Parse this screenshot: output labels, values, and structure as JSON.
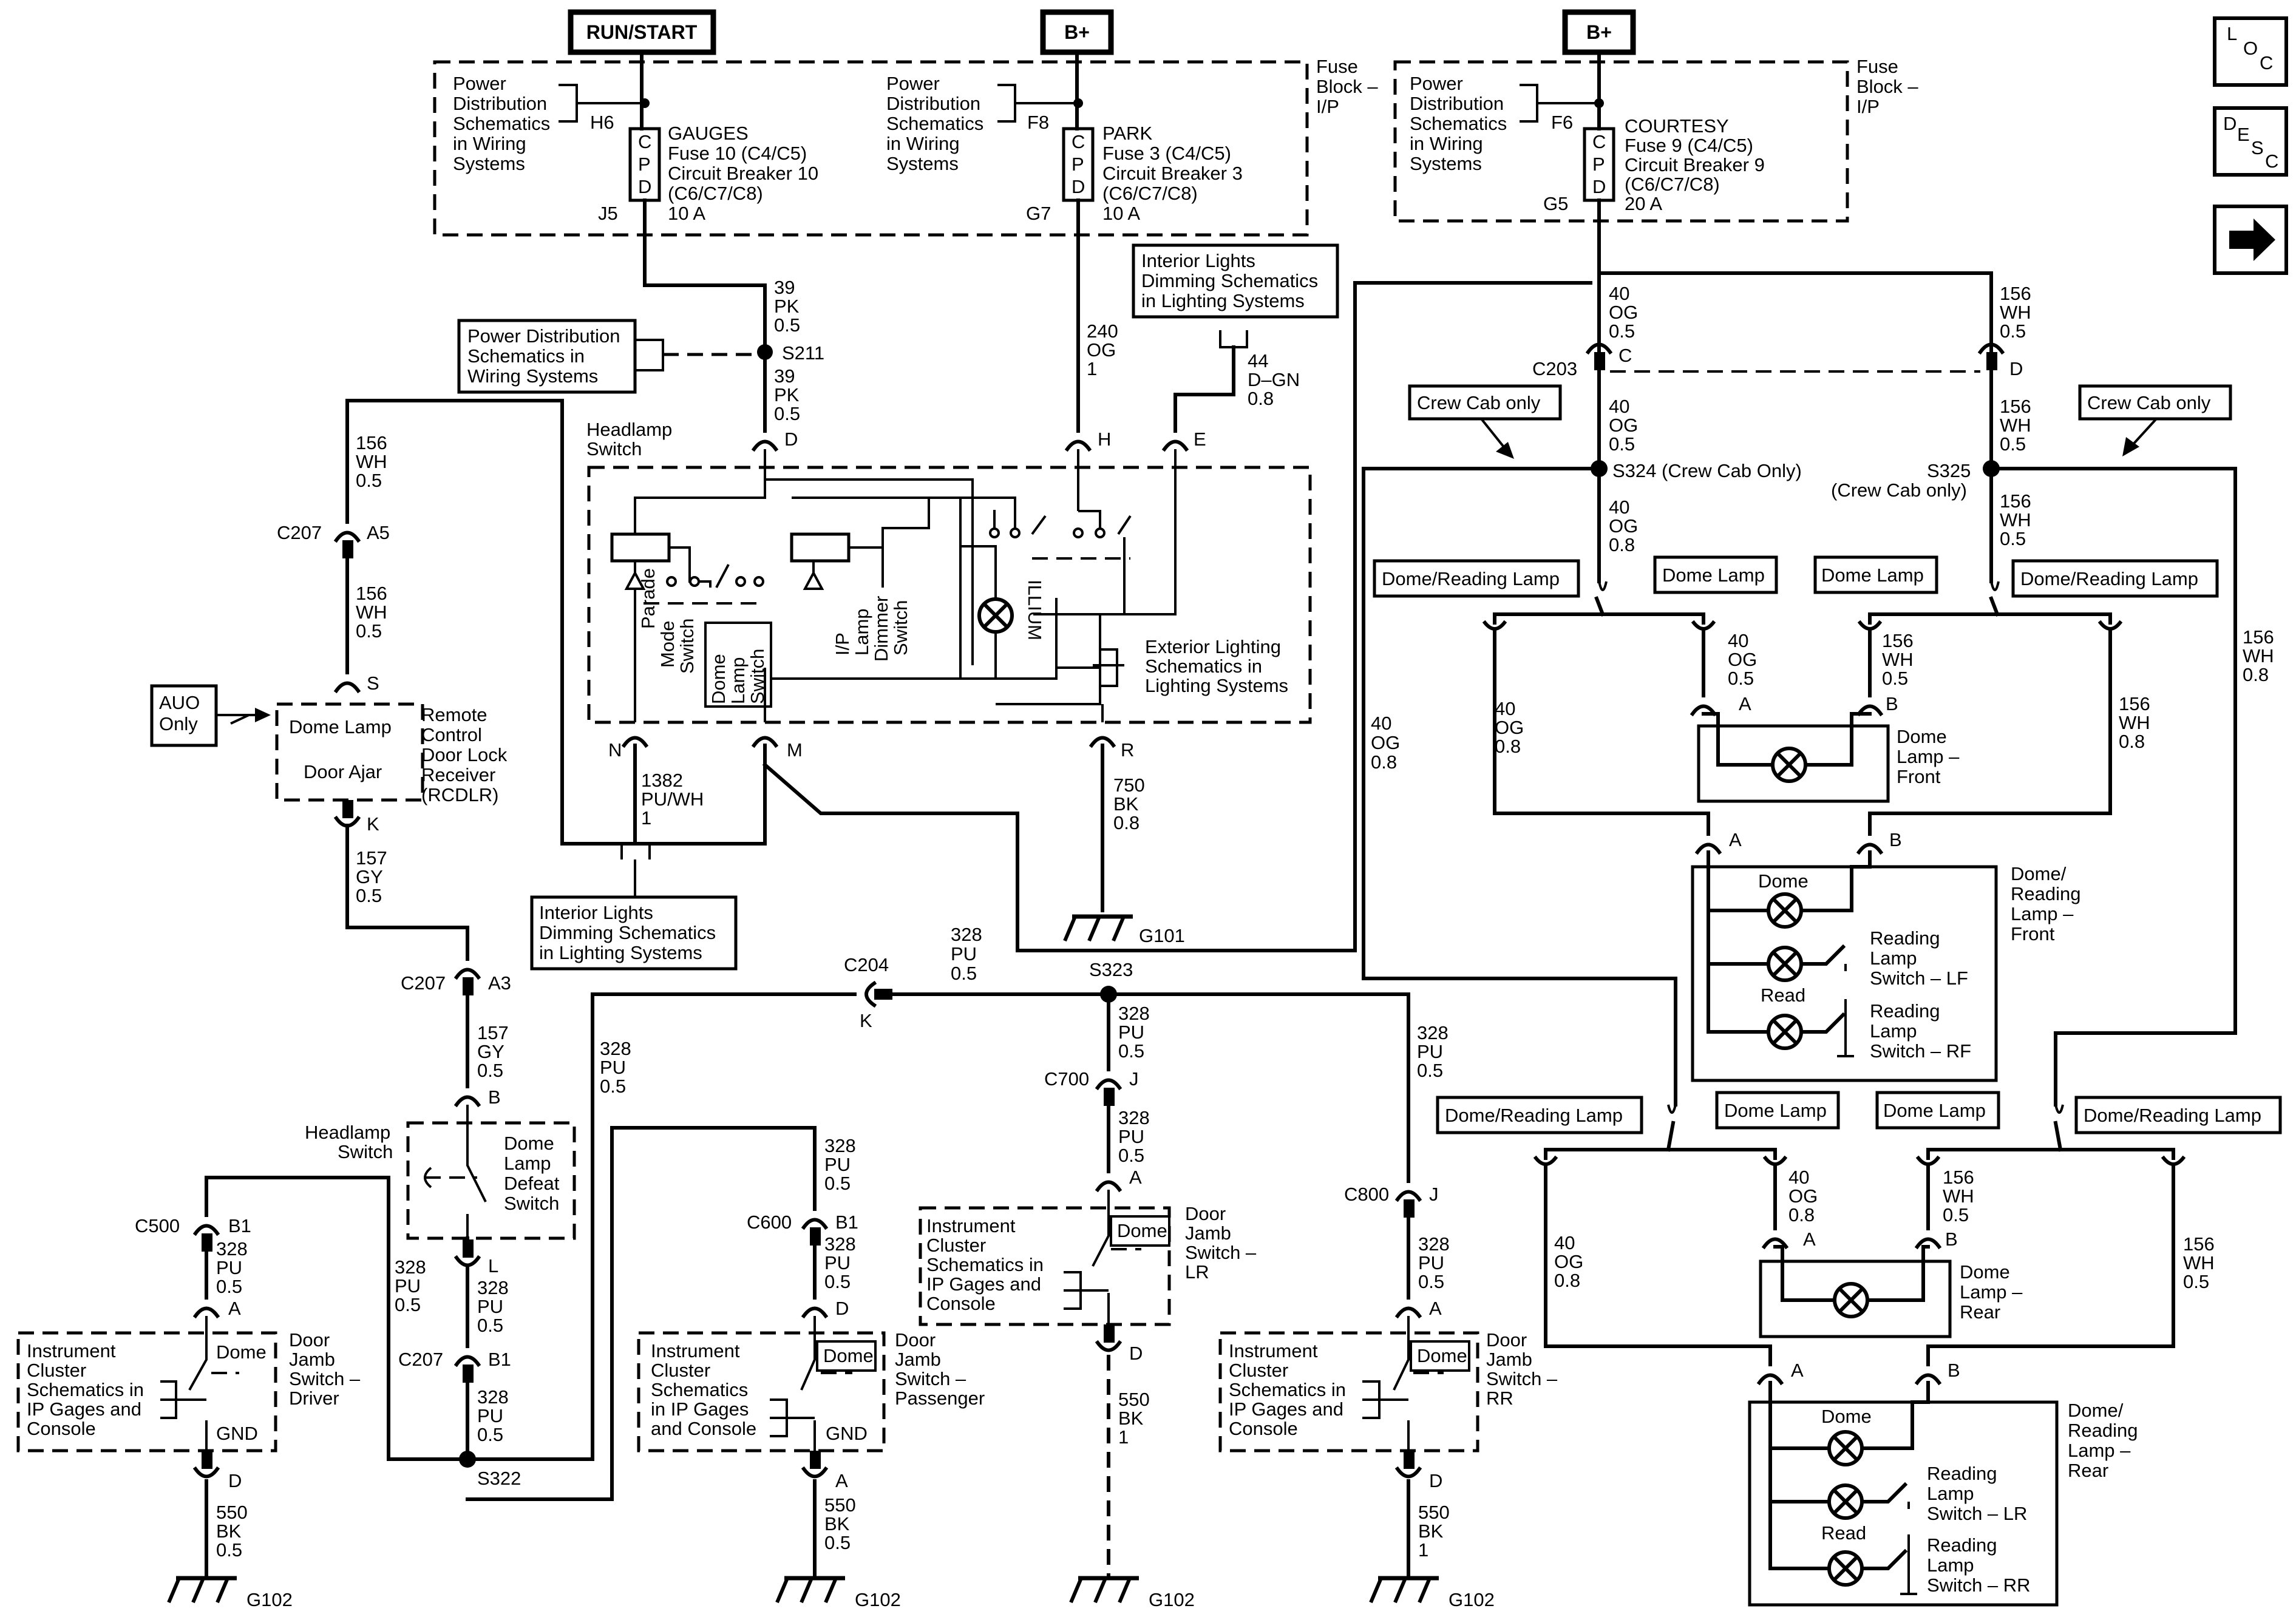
{
  "sources": {
    "run_start": "RUN/START",
    "bplus_1": "B+",
    "bplus_2": "B+"
  },
  "nav": {
    "loc": [
      "L",
      "O",
      "C"
    ],
    "desc": [
      "D",
      "E",
      "S",
      "C"
    ]
  },
  "fuse_block_left": {
    "label": [
      "Fuse",
      "Block –",
      "I/P"
    ],
    "pd_gauges": [
      "Power",
      "Distribution",
      "Schematics",
      "in Wiring",
      "Systems"
    ],
    "pd_park": [
      "Power",
      "Distribution",
      "Schematics",
      "in Wiring",
      "Systems"
    ],
    "gauges": [
      "GAUGES",
      "Fuse 10 (C4/C5)",
      "Circuit Breaker 10",
      "(C6/C7/C8)",
      "10 A"
    ],
    "park": [
      "PARK",
      "Fuse 3 (C4/C5)",
      "Circuit Breaker 3",
      "(C6/C7/C8)",
      "10 A"
    ],
    "cpd": [
      "C",
      "P",
      "D"
    ],
    "pins": {
      "h6": "H6",
      "j5": "J5",
      "f8": "F8",
      "g7": "G7"
    }
  },
  "fuse_block_right": {
    "label": [
      "Fuse",
      "Block –",
      "I/P"
    ],
    "pd": [
      "Power",
      "Distribution",
      "Schematics",
      "in Wiring",
      "Systems"
    ],
    "courtesy": [
      "COURTESY",
      "Fuse 9 (C4/C5)",
      "Circuit Breaker 9",
      "(C6/C7/C8)",
      "20 A"
    ],
    "cpd": [
      "C",
      "P",
      "D"
    ],
    "pins": {
      "f6": "F6",
      "g5": "G5"
    }
  },
  "refs": {
    "pd_s211": [
      "Power Distribution",
      "Schematics in",
      "Wiring  Systems"
    ],
    "interior_dim_top": [
      "Interior Lights",
      "Dimming Schematics",
      "in Lighting Systems"
    ],
    "interior_dim_bottom": [
      "Interior Lights",
      "Dimming Schematics",
      "in Lighting Systems"
    ],
    "exterior": [
      "Exterior Lighting",
      "Schematics in",
      "Lighting Systems"
    ],
    "auo": [
      "AUO",
      "Only"
    ],
    "crew_cab_1": "Crew Cab only",
    "crew_cab_2": "Crew Cab only",
    "ic_driver": [
      "Instrument",
      "Cluster",
      "Schematics in",
      "IP Gages and",
      "Console"
    ],
    "ic_passenger": [
      "Instrument",
      "Cluster",
      "Schematics",
      "in IP Gages",
      "and Console"
    ],
    "ic_lr": [
      "Instrument",
      "Cluster",
      "Schematics in",
      "IP Gages and",
      "Console"
    ],
    "ic_rr": [
      "Instrument",
      "Cluster",
      "Schematics in",
      "IP Gages and",
      "Console"
    ]
  },
  "wires": {
    "w39a": [
      "39",
      "PK",
      "0.5"
    ],
    "w39b": [
      "39",
      "PK",
      "0.5"
    ],
    "w240": [
      "240",
      "OG",
      "1"
    ],
    "w44": [
      "44",
      "D–GN",
      "0.8"
    ],
    "w156_a": [
      "156",
      "WH",
      "0.5"
    ],
    "w156_b": [
      "156",
      "WH",
      "0.5"
    ],
    "w157_a": [
      "157",
      "GY",
      "0.5"
    ],
    "w157_b": [
      "157",
      "GY",
      "0.5"
    ],
    "w1382": [
      "1382",
      "PU/WH",
      "1"
    ],
    "w750": [
      "750",
      "BK",
      "0.8"
    ],
    "w40_g101": [
      "40",
      "OG",
      "0.8"
    ],
    "w328_c204": [
      "328",
      "PU",
      "0.5"
    ],
    "w328_left": [
      "328",
      "PU",
      "0.5"
    ],
    "w328_s323": [
      "328",
      "PU",
      "0.5"
    ],
    "w328_c700": [
      "328",
      "PU",
      "0.5"
    ],
    "w328_rr": [
      "328",
      "PU",
      "0.5"
    ],
    "w328_c600top": [
      "328",
      "PU",
      "0.5"
    ],
    "w328_c600": [
      "328",
      "PU",
      "0.5"
    ],
    "w328_c800": [
      "328",
      "PU",
      "0.5"
    ],
    "w328_c500": [
      "328",
      "PU",
      "0.5"
    ],
    "w328_l": [
      "328",
      "PU",
      "0.5"
    ],
    "w328_c207": [
      "328",
      "PU",
      "0.5"
    ],
    "w328_s322": [
      "328",
      "PU",
      "0.5"
    ],
    "w550_d": [
      "550",
      "BK",
      "0.5"
    ],
    "w550_p": [
      "550",
      "BK",
      "0.5"
    ],
    "w550_lr": [
      "550",
      "BK",
      "1"
    ],
    "w550_rr": [
      "550",
      "BK",
      "1"
    ],
    "w40_c203": [
      "40",
      "OG",
      "0.5"
    ],
    "w40_s324a": [
      "40",
      "OG",
      "0.5"
    ],
    "w40_s324b": [
      "40",
      "OG",
      "0.8"
    ],
    "w156_top": [
      "156",
      "WH",
      "0.5"
    ],
    "w156_s325a": [
      "156",
      "WH",
      "0.5"
    ],
    "w156_s325b": [
      "156",
      "WH",
      "0.5"
    ],
    "w40_front_l": [
      "40",
      "OG",
      "0.8"
    ],
    "w40_front_a": [
      "40",
      "OG",
      "0.5"
    ],
    "w156_front_b": [
      "156",
      "WH",
      "0.5"
    ],
    "w156_front_r": [
      "156",
      "WH",
      "0.8"
    ],
    "w156_far": [
      "156",
      "WH",
      "0.8"
    ],
    "w40_rear_l": [
      "40",
      "OG",
      "0.8"
    ],
    "w40_rear_a": [
      "40",
      "OG",
      "0.8"
    ],
    "w156_rear_b": [
      "156",
      "WH",
      "0.5"
    ],
    "w156_rear_r": [
      "156",
      "WH",
      "0.5"
    ]
  },
  "connectors": {
    "c207_a5": [
      "C207",
      "A5"
    ],
    "c207_a3": [
      "C207",
      "A3"
    ],
    "c207_b1": [
      "C207",
      "B1"
    ],
    "c204": [
      "C204",
      "K"
    ],
    "c700": [
      "C700",
      "J"
    ],
    "c600": [
      "C600",
      "B1"
    ],
    "c800": [
      "C800",
      "J"
    ],
    "c500": [
      "C500",
      "B1"
    ],
    "c203": [
      "C203",
      "C",
      "D"
    ],
    "pins": {
      "d": "D",
      "h": "H",
      "e": "E",
      "n": "N",
      "m": "M",
      "r": "R",
      "s": "S",
      "k": "K",
      "b_hl": "B",
      "l": "L",
      "a_drv": "A",
      "d_drv": "D",
      "d_pas": "D",
      "a_pas": "A",
      "a_lr": "A",
      "d_lr": "D",
      "a_rr": "A",
      "d_rr": "D"
    }
  },
  "splices": {
    "s211": "S211",
    "s323": "S323",
    "s322": "S322",
    "s324": "S324 (Crew Cab Only)",
    "s325": "S325",
    "s325_note": "(Crew Cab only)"
  },
  "grounds": {
    "g101": "G101",
    "g102_1": "G102",
    "g102_2": "G102",
    "g102_3": "G102",
    "g102_4": "G102"
  },
  "headlamp_switch": {
    "title": [
      "Headlamp",
      "Switch"
    ],
    "parade": [
      "Parade",
      "Mode",
      "Switch"
    ],
    "dome_lamp_sw": [
      "Dome",
      "Lamp",
      "Switch"
    ],
    "ip_dimmer": [
      "I/P",
      "Lamp",
      "Dimmer",
      "Switch"
    ],
    "illum": "ILLIUM"
  },
  "rcdlr": {
    "dome_lamp": "Dome Lamp",
    "door_ajar": "Door Ajar",
    "label": [
      "Remote",
      "Control",
      "Door Lock",
      "Receiver",
      "(RCDLR)"
    ]
  },
  "defeat": {
    "title": [
      "Headlamp",
      "Switch"
    ],
    "label": [
      "Dome",
      "Lamp",
      "Defeat",
      "Switch"
    ]
  },
  "door_switches": {
    "driver": {
      "dome": "Dome",
      "gnd": "GND",
      "label": [
        "Door",
        "Jamb",
        "Switch –",
        "Driver"
      ]
    },
    "passenger": {
      "dome": "Dome",
      "gnd": "GND",
      "label": [
        "Door",
        "Jamb",
        "Switch –",
        "Passenger"
      ]
    },
    "lr": {
      "dome": "Dome",
      "label": [
        "Door",
        "Jamb",
        "Switch –",
        "LR"
      ]
    },
    "rr": {
      "dome": "Dome",
      "label": [
        "Door",
        "Jamb",
        "Switch –",
        "RR"
      ]
    }
  },
  "lamps_front": {
    "dr_left": "Dome/Reading Lamp",
    "dome_left": "Dome Lamp",
    "dome_right": "Dome Lamp",
    "dr_right": "Dome/Reading Lamp",
    "pins": {
      "a": "A",
      "b": "B",
      "a2": "A",
      "b2": "B"
    },
    "dome_lamp_front": [
      "Dome",
      "Lamp –",
      "Front"
    ],
    "dr_front": [
      "Dome/",
      "Reading",
      "Lamp –",
      "Front"
    ],
    "dome": "Dome",
    "read": "Read",
    "rl_lf": [
      "Reading",
      "Lamp",
      "Switch – LF"
    ],
    "rl_rf": [
      "Reading",
      "Lamp",
      "Switch – RF"
    ]
  },
  "lamps_rear": {
    "dr_left": "Dome/Reading Lamp",
    "dome_left": "Dome Lamp",
    "dome_right": "Dome Lamp",
    "dr_right": "Dome/Reading Lamp",
    "pins": {
      "a": "A",
      "b": "B",
      "a2": "A",
      "b2": "B"
    },
    "dome_lamp_rear": [
      "Dome",
      "Lamp –",
      "Rear"
    ],
    "dr_rear": [
      "Dome/",
      "Reading",
      "Lamp –",
      "Rear"
    ],
    "dome": "Dome",
    "read": "Read",
    "rl_lr": [
      "Reading",
      "Lamp",
      "Switch – LR"
    ],
    "rl_rr": [
      "Reading",
      "Lamp",
      "Switch – RR"
    ]
  }
}
